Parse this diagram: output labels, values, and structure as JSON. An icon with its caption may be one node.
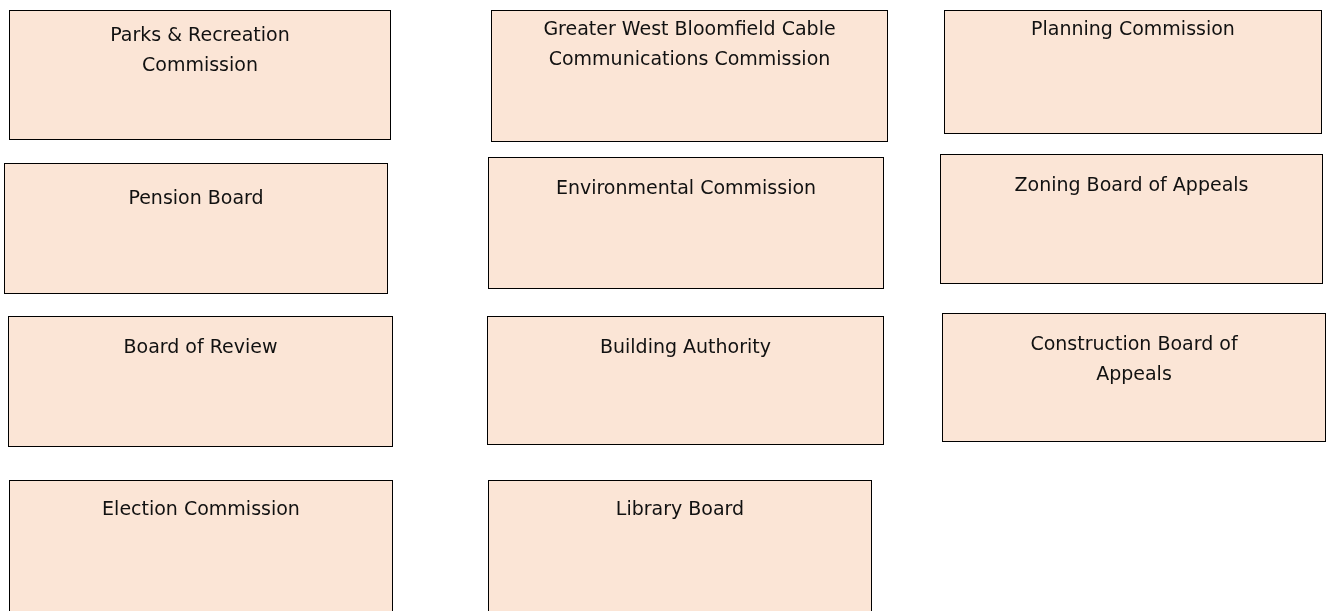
{
  "diagram": {
    "nodes": [
      {
        "text": [
          "Parks & Recreation Commission"
        ]
      },
      {
        "text": [
          "Greater West Bloomfield Cable Communications Commission"
        ]
      },
      {
        "text": [
          "Planning Commission"
        ]
      },
      {
        "text": [
          "Pension Board"
        ]
      },
      {
        "text": [
          "Environmental Commission"
        ]
      },
      {
        "text": [
          "Zoning Board of Appeals"
        ]
      },
      {
        "text": [
          "Board of Review"
        ]
      },
      {
        "text": [
          "Building Authority"
        ]
      },
      {
        "text": [
          "Construction Board of Appeals"
        ]
      },
      {
        "text": [
          "Election Commission"
        ]
      },
      {
        "text": [
          "Library Board"
        ]
      }
    ]
  }
}
